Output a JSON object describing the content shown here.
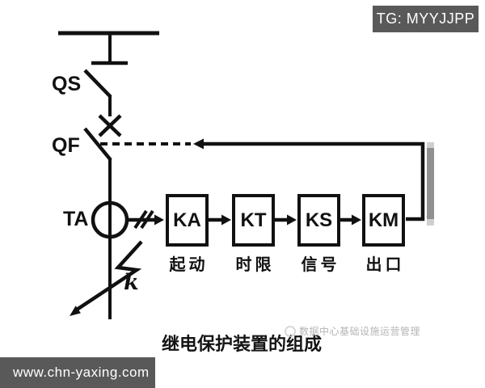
{
  "badge": {
    "label": "TG: MYYJJPP"
  },
  "footer": {
    "url": "www.chn-yaxing.com"
  },
  "diagram": {
    "title": "继电保护装置的组成",
    "labels": {
      "disconnector": "QS",
      "breaker": "QF",
      "current_transformer": "TA",
      "fault_point": "k"
    },
    "stages": [
      {
        "code": "KA",
        "name": "起动"
      },
      {
        "code": "KT",
        "name": "时限"
      },
      {
        "code": "KS",
        "name": "信号"
      },
      {
        "code": "KM",
        "name": "出口"
      }
    ]
  },
  "watermark": {
    "text": "数据中心基础设施运营管理"
  },
  "colors": {
    "line": "#111111",
    "panel_gray": "#595959",
    "watermark_gray": "#b5b5b5"
  }
}
